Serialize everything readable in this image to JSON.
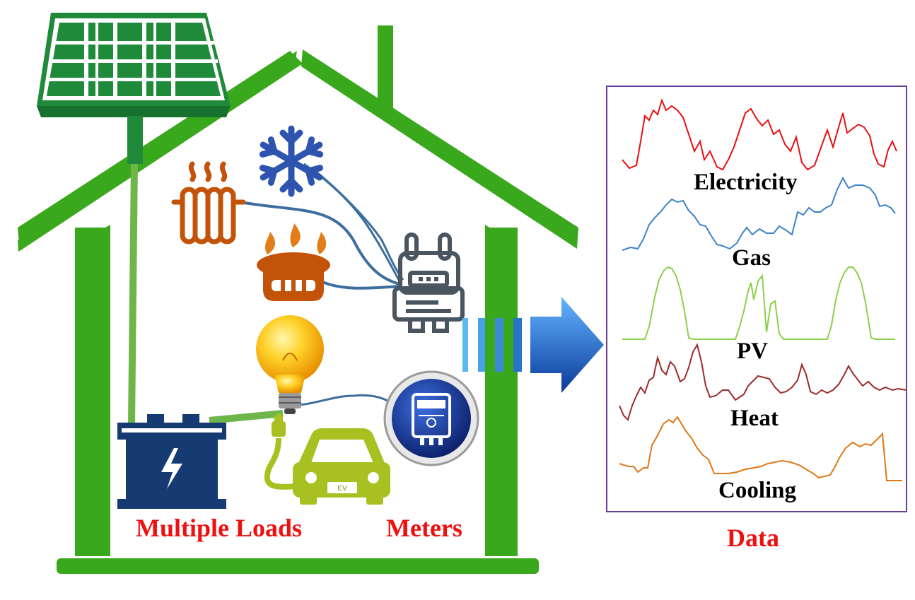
{
  "labels": {
    "multiple_loads": "Multiple Loads",
    "meters": "Meters",
    "data": "Data"
  },
  "series": {
    "electricity": "Electricity",
    "gas": "Gas",
    "pv": "PV",
    "heat": "Heat",
    "cooling": "Cooling"
  },
  "ev_badge": "EV",
  "icons": [
    "solar-panel-icon",
    "radiator-icon",
    "snowflake-icon",
    "gas-burner-icon",
    "gas-meter-icon",
    "light-bulb-icon",
    "battery-icon",
    "electric-car-icon",
    "electricity-meter-icon",
    "arrow-right-icon"
  ],
  "colors": {
    "house_green": "#3aa81c",
    "label_red": "#ee1111",
    "electricity": "#e81010",
    "gas": "#3b82c8",
    "pv": "#8bd04a",
    "heat": "#9c2a2a",
    "cooling": "#e07818",
    "data_frame": "#6a3d9a"
  }
}
